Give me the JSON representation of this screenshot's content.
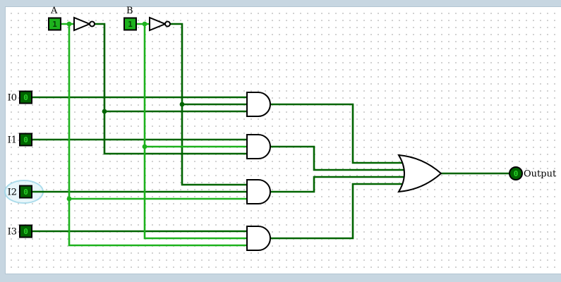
{
  "colors": {
    "wire_high": "#1db21d",
    "wire_low": "#006400",
    "gate_stroke": "#000000",
    "gate_fill": "#ffffff",
    "canvas_bg": "#ffffff",
    "grid_dot": "#c9c9c9",
    "frame": "#c7d6e1",
    "label_color": "#000000",
    "selection_halo_fill": "#e4f5fa",
    "selection_halo_stroke": "#9ed7e8"
  },
  "pins": {
    "a": {
      "label": "A",
      "value": "1",
      "fill": "#1db21d",
      "digit_color": "#053f05"
    },
    "b": {
      "label": "B",
      "value": "1",
      "fill": "#1db21d",
      "digit_color": "#053f05"
    },
    "i0": {
      "label": "I0",
      "value": "0",
      "fill": "#006400",
      "digit_color": "#29d129"
    },
    "i1": {
      "label": "I1",
      "value": "0",
      "fill": "#006400",
      "digit_color": "#29d129"
    },
    "i2": {
      "label": "I2",
      "value": "0",
      "fill": "#006400",
      "digit_color": "#29d129"
    },
    "i3": {
      "label": "I3",
      "value": "0",
      "fill": "#006400",
      "digit_color": "#29d129"
    },
    "output": {
      "label": "Output",
      "value": "0",
      "fill": "#006400",
      "digit_color": "#29d129"
    }
  }
}
